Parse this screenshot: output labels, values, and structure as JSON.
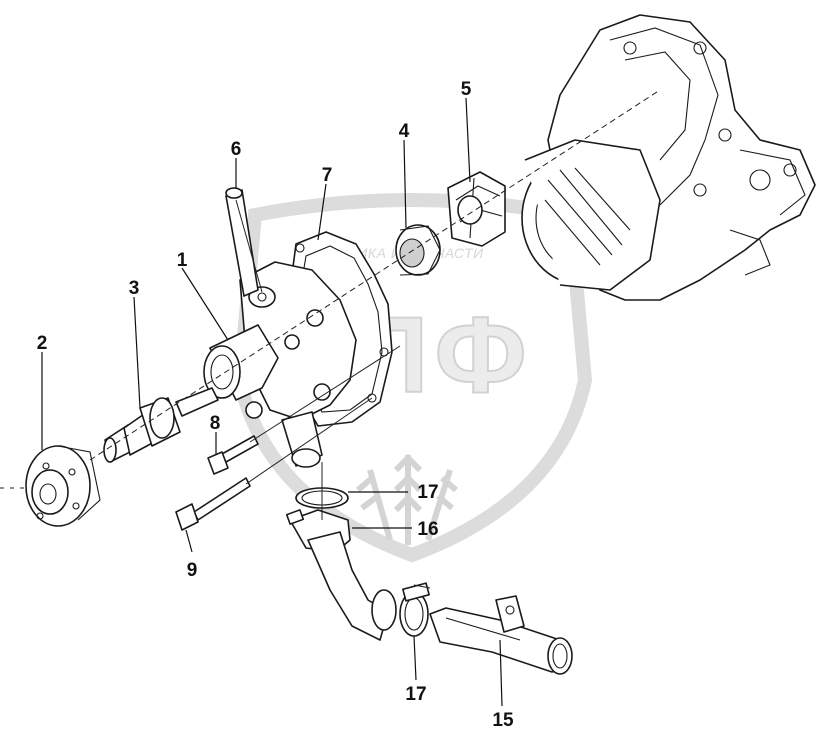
{
  "watermark": {
    "brand_top": "ТЕХНИКА И ЗАПЧАСТИ",
    "logo_letters": "ЭПФ"
  },
  "callouts": {
    "c1": "1",
    "c2": "2",
    "c3": "3",
    "c4": "4",
    "c5": "5",
    "c6": "6",
    "c7": "7",
    "c8": "8",
    "c9": "9",
    "c15": "15",
    "c16": "16",
    "c17a": "17",
    "c17b": "17"
  },
  "colors": {
    "line": "#1a1a1a",
    "watermark": "#d6d6d6"
  }
}
